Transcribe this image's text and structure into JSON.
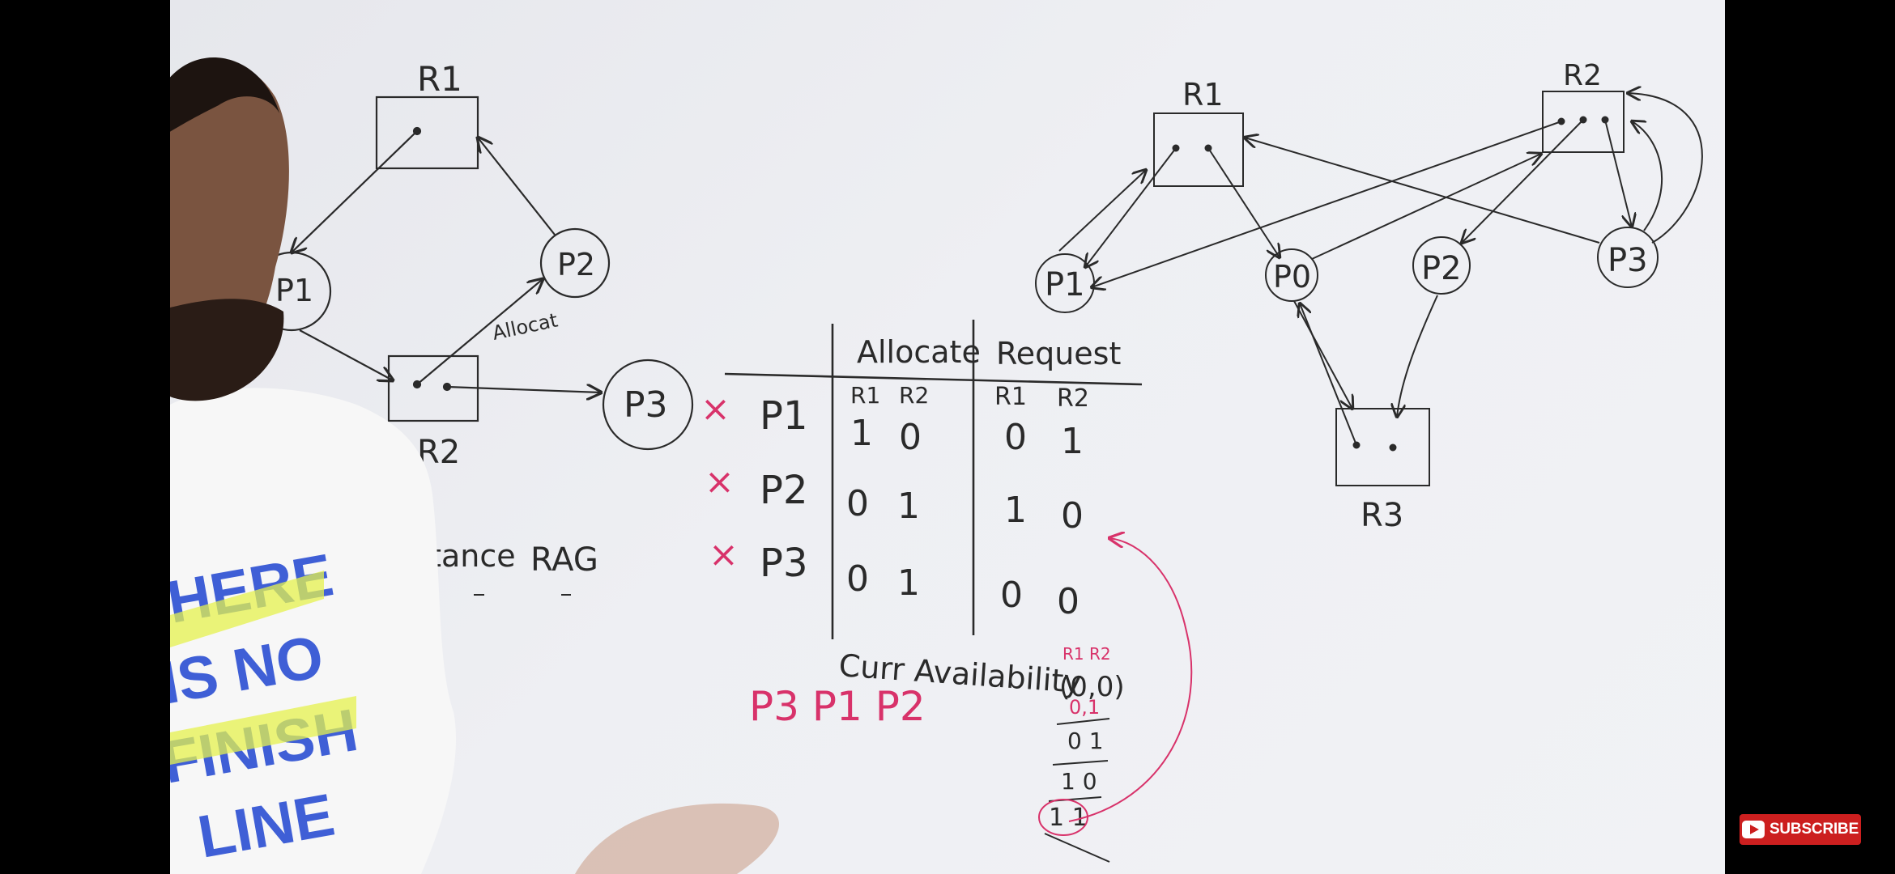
{
  "left_rag": {
    "resources": [
      "R1",
      "R2"
    ],
    "processes": [
      "P1",
      "P2",
      "P3"
    ],
    "edge_label": "Allocat"
  },
  "notes": {
    "instance": "Instance",
    "rag": "RAG"
  },
  "table": {
    "allocate_header": "Allocate",
    "request_header": "Request",
    "sub_headers": [
      "R1",
      "R2",
      "R1",
      "R2"
    ],
    "rows": [
      {
        "mark": "×",
        "process": "P1",
        "alloc": [
          "1",
          "0"
        ],
        "req": [
          "0",
          "1"
        ]
      },
      {
        "mark": "×",
        "process": "P2",
        "alloc": [
          "0",
          "1"
        ],
        "req": [
          "1",
          "0"
        ]
      },
      {
        "mark": "×",
        "process": "P3",
        "alloc": [
          "0",
          "1"
        ],
        "req": [
          "0",
          "0"
        ]
      }
    ],
    "current_availability_label": "Curr Availability",
    "avail_headers": "R1 R2",
    "avail_values": [
      "(0,0)",
      "0,1",
      "0 1",
      "1 0",
      "1 1"
    ]
  },
  "safe_sequence": "P3 P1 P2",
  "right_rag": {
    "resources": [
      "R1",
      "R2",
      "R3"
    ],
    "processes": [
      "P1",
      "P0",
      "P2",
      "P3"
    ]
  },
  "shirt_text": [
    "HERE",
    "IS NO",
    "FINISH",
    "LINE"
  ],
  "subscribe_label": "SUBSCRIBE",
  "colors": {
    "ink": "#2a2a2a",
    "red_ink": "#d8326a",
    "subscribe_bg": "#cc1f1f"
  }
}
